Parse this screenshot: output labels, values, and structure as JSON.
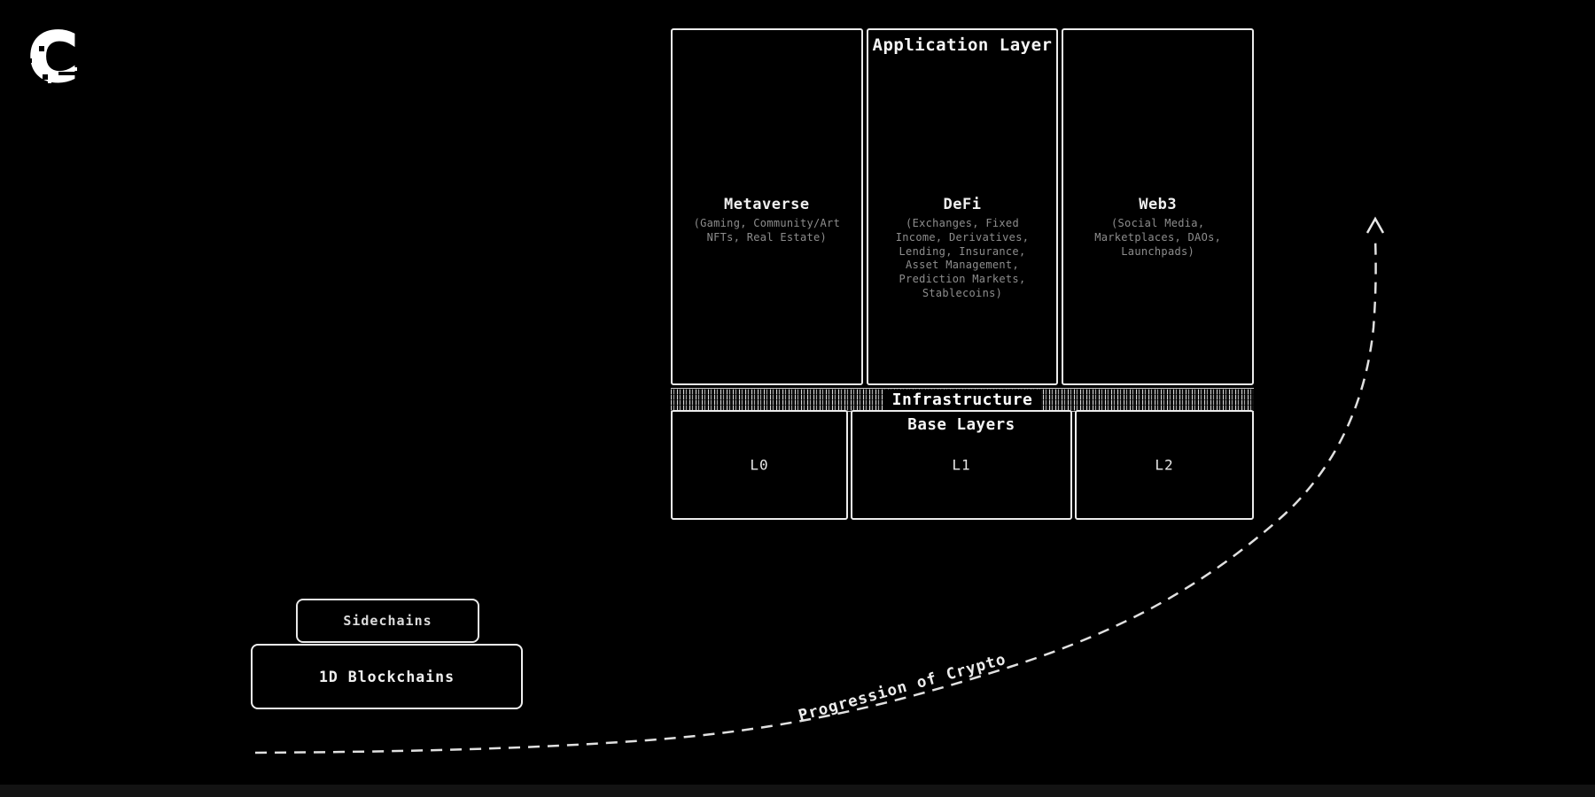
{
  "brand": {
    "logo_letter": "C"
  },
  "application_layer": {
    "title": "Application Layer",
    "columns": [
      {
        "title": "Metaverse",
        "details": "(Gaming, Community/Art\nNFTs, Real Estate)"
      },
      {
        "title": "DeFi",
        "details": "(Exchanges, Fixed\nIncome, Derivatives,\nLending, Insurance,\nAsset Management,\nPrediction Markets,\nStablecoins)"
      },
      {
        "title": "Web3",
        "details": "(Social Media,\nMarketplaces, DAOs,\nLaunchpads)"
      }
    ]
  },
  "infrastructure": {
    "label": "Infrastructure"
  },
  "base_layers": {
    "title": "Base Layers",
    "boxes": [
      {
        "label": "L0"
      },
      {
        "label": "L1"
      },
      {
        "label": "L2"
      }
    ]
  },
  "legacy_stack": {
    "sidechains_label": "Sidechains",
    "blockchains_label": "1D Blockchains"
  },
  "progression": {
    "label": "Progression of Crypto"
  },
  "colors": {
    "background": "#000000",
    "box_border": "#ececec",
    "title_text": "#f2f2f2",
    "subtext": "#8d8d8d",
    "curve": "#e0e0e0"
  }
}
